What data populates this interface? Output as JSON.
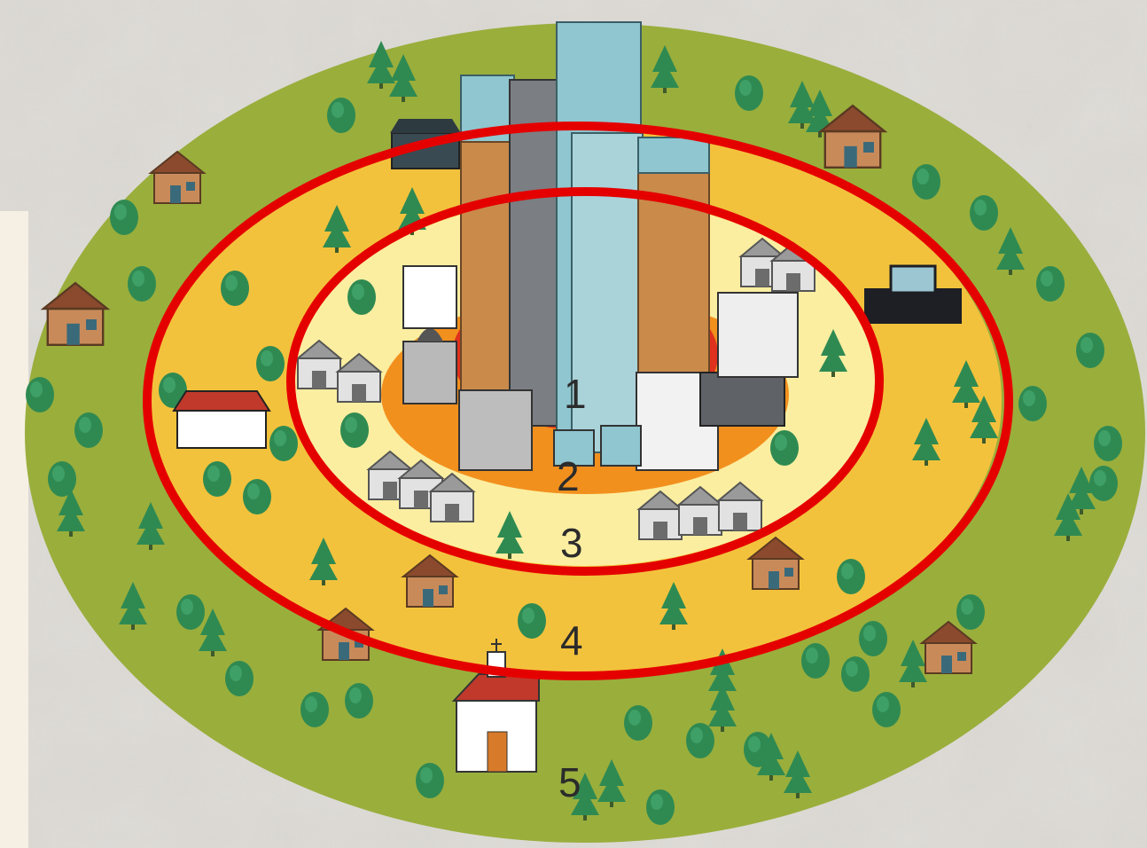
{
  "diagram": {
    "zone_labels": [
      "1",
      "2",
      "3",
      "4",
      "5"
    ],
    "colors": {
      "background": "#d9d6d1",
      "left_panel": "#f6f0e4",
      "outer_ring": "#9aae3c",
      "ring_4": "#f3c23c",
      "ring_3": "#fbeea0",
      "ring_2": "#f2901e",
      "core_1": "#e0301e",
      "highlight_circles": "#e50000",
      "tree": "#2f8a52",
      "skyscraper_glass": "#8fc6cf",
      "skyscraper_gray": "#7b7e82",
      "skyscraper_tan": "#c98a4a"
    }
  }
}
